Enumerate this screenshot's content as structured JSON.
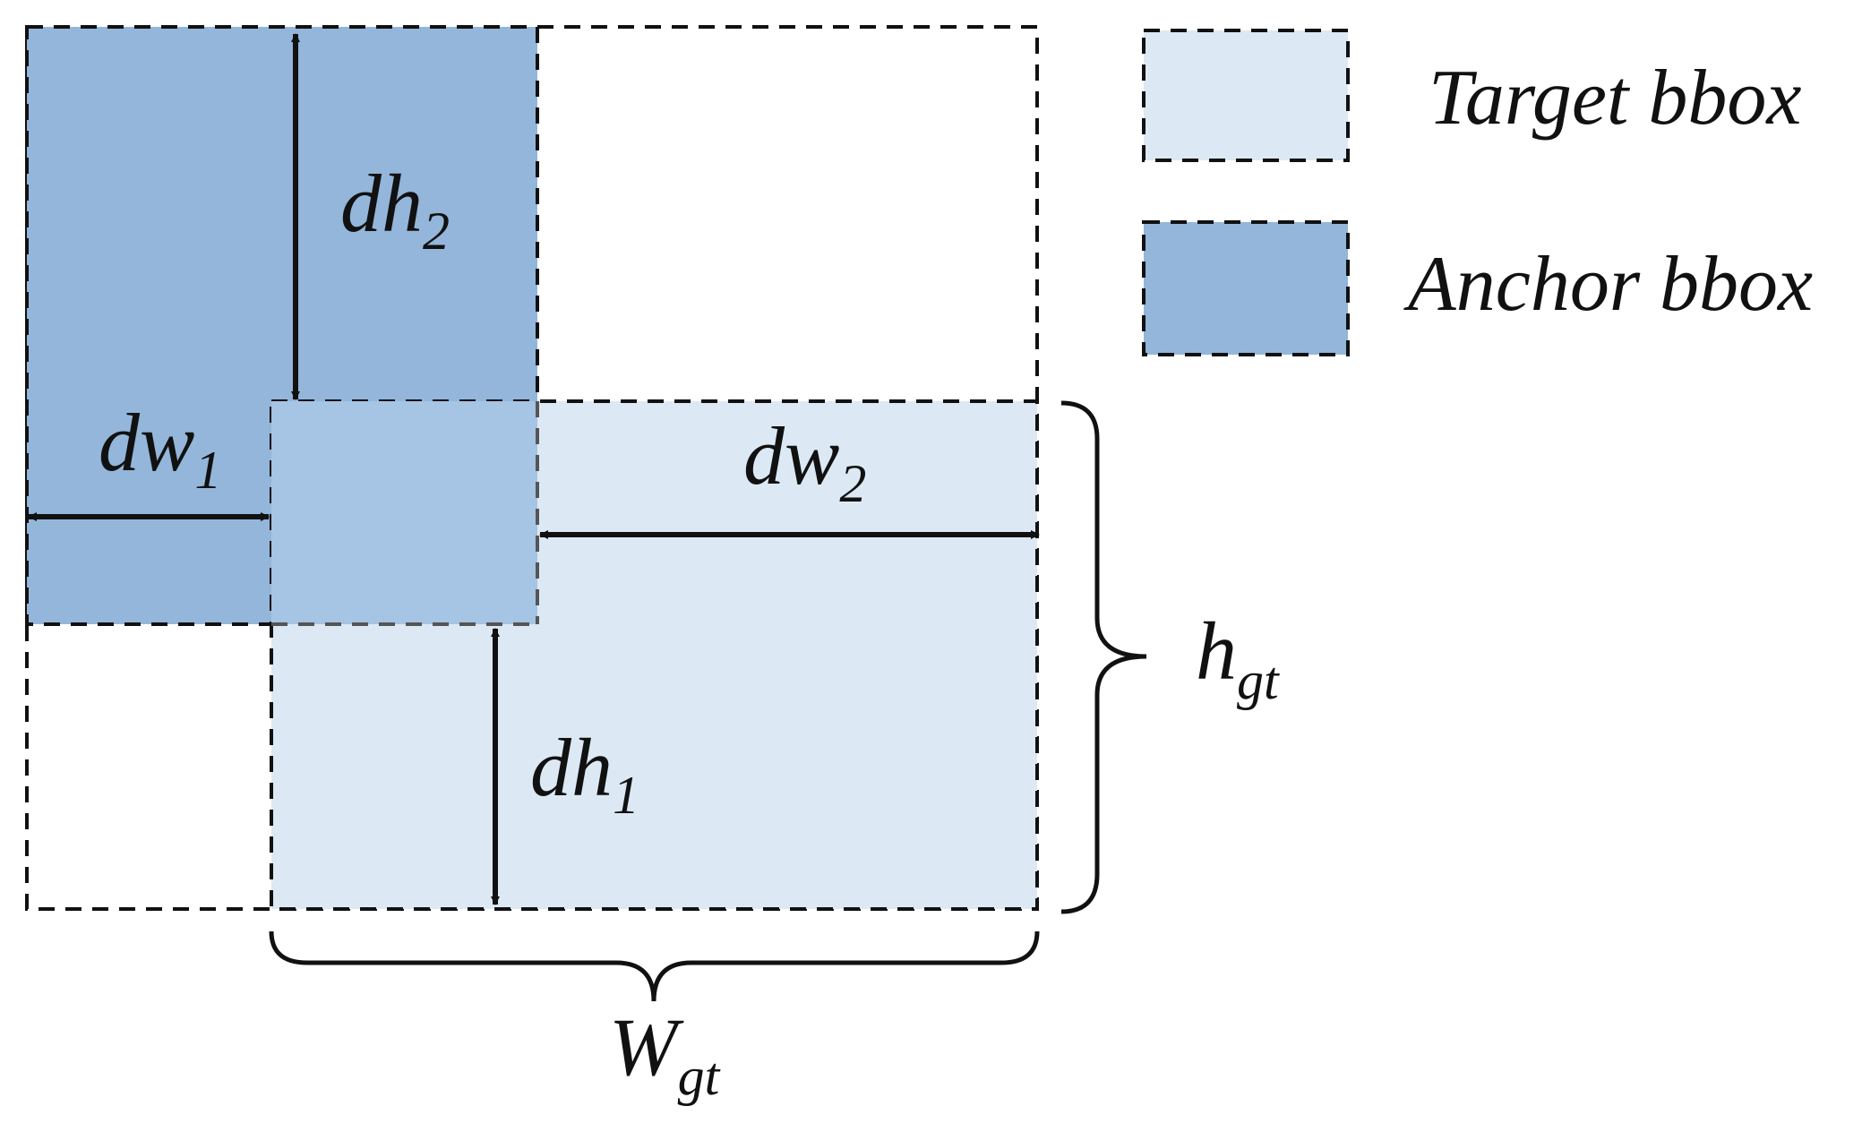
{
  "legend": {
    "target_label": "Target bbox",
    "anchor_label": "Anchor bbox"
  },
  "labels": {
    "dh2": {
      "main": "dh",
      "sub": "2"
    },
    "dw1": {
      "main": "dw",
      "sub": "1"
    },
    "dw2": {
      "main": "dw",
      "sub": "2"
    },
    "dh1": {
      "main": "dh",
      "sub": "1"
    },
    "hgt": {
      "main": "h",
      "sub": "gt"
    },
    "wgt": {
      "main": "W",
      "sub": "gt"
    }
  },
  "colors": {
    "target_fill": "#dce9f5",
    "anchor_fill": "#93b6da",
    "overlap_fill": "#a6c4e3",
    "stroke": "#111111"
  }
}
